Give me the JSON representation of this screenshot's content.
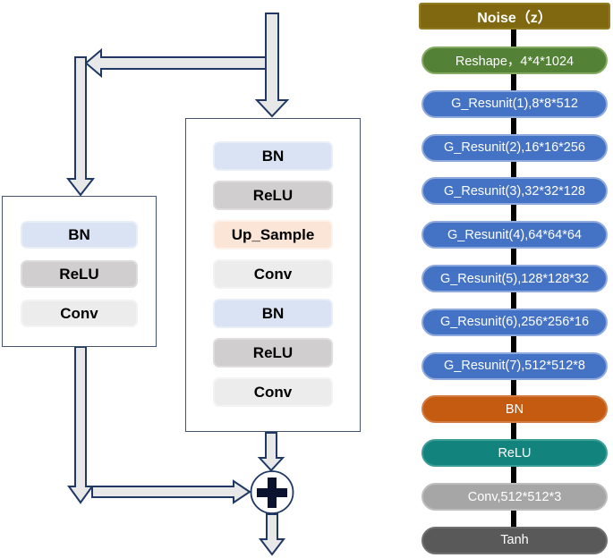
{
  "left_diagram": {
    "arrow_fill": "#e8e8e8",
    "arrow_stroke": "#1f3864",
    "box_border": "#44546a",
    "small_box": {
      "layers": [
        {
          "label": "BN",
          "fill": "#dae3f3",
          "border": "#e8eef8",
          "text": "#000000"
        },
        {
          "label": "ReLU",
          "fill": "#d0cece",
          "border": "#dedcdc",
          "text": "#000000"
        },
        {
          "label": "Conv",
          "fill": "#ececec",
          "border": "#f3f3f3",
          "text": "#000000"
        }
      ]
    },
    "big_box": {
      "layers": [
        {
          "label": "BN",
          "fill": "#dae3f3",
          "border": "#e8eef8",
          "text": "#000000"
        },
        {
          "label": "ReLU",
          "fill": "#d0cece",
          "border": "#dedcdc",
          "text": "#000000"
        },
        {
          "label": "Up_Sample",
          "fill": "#fbe5d6",
          "border": "#fdf1e9",
          "text": "#000000"
        },
        {
          "label": "Conv",
          "fill": "#ececec",
          "border": "#f3f3f3",
          "text": "#000000"
        },
        {
          "label": "BN",
          "fill": "#dae3f3",
          "border": "#e8eef8",
          "text": "#000000"
        },
        {
          "label": "ReLU",
          "fill": "#d0cece",
          "border": "#dedcdc",
          "text": "#000000"
        },
        {
          "label": "Conv",
          "fill": "#ececec",
          "border": "#f3f3f3",
          "text": "#000000"
        }
      ]
    },
    "sum_node": {
      "symbol": "+",
      "circle_fill": "#ffffff",
      "circle_stroke": "#1f3864",
      "plus_color": "#0b132e"
    }
  },
  "pipeline": {
    "connector_color": "#000000",
    "nodes": [
      {
        "label": "Noise（z）",
        "shape": "rect",
        "fill": "#7f680f",
        "border": "#917c1f",
        "text": "#ffffff"
      },
      {
        "label": "Reshape，4*4*1024",
        "shape": "pill",
        "fill": "#538135",
        "border": "#85ab62",
        "text": "#ffffff"
      },
      {
        "label": "G_Resunit(1),8*8*512",
        "shape": "pill",
        "fill": "#4472c4",
        "border": "#8faadc",
        "text": "#ffffff"
      },
      {
        "label": "G_Resunit(2),16*16*256",
        "shape": "pill",
        "fill": "#4472c4",
        "border": "#8faadc",
        "text": "#ffffff"
      },
      {
        "label": "G_Resunit(3),32*32*128",
        "shape": "pill",
        "fill": "#4472c4",
        "border": "#8faadc",
        "text": "#ffffff"
      },
      {
        "label": "G_Resunit(4),64*64*64",
        "shape": "pill",
        "fill": "#4472c4",
        "border": "#8faadc",
        "text": "#ffffff"
      },
      {
        "label": "G_Resunit(5),128*128*32",
        "shape": "pill",
        "fill": "#4472c4",
        "border": "#8faadc",
        "text": "#ffffff"
      },
      {
        "label": "G_Resunit(6),256*256*16",
        "shape": "pill",
        "fill": "#4472c4",
        "border": "#8faadc",
        "text": "#ffffff"
      },
      {
        "label": "G_Resunit(7),512*512*8",
        "shape": "pill",
        "fill": "#4472c4",
        "border": "#8faadc",
        "text": "#ffffff"
      },
      {
        "label": "BN",
        "shape": "pill",
        "fill": "#c55a11",
        "border": "#d27c41",
        "text": "#ffffff"
      },
      {
        "label": "ReLU",
        "shape": "pill",
        "fill": "#12847d",
        "border": "#3d9d97",
        "text": "#ffffff"
      },
      {
        "label": "Conv,512*512*3",
        "shape": "pill",
        "fill": "#a6a6a6",
        "border": "#bdbdbd",
        "text": "#ffffff"
      },
      {
        "label": "Tanh",
        "shape": "pill",
        "fill": "#595959",
        "border": "#707070",
        "text": "#ffffff"
      }
    ]
  }
}
